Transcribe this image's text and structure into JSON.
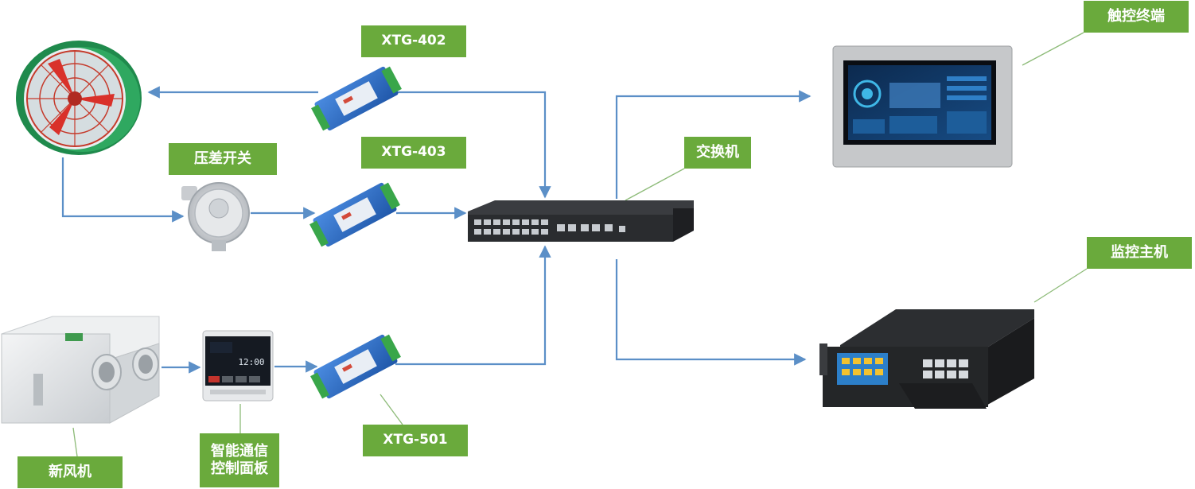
{
  "labels": {
    "xtg402": "XTG-402",
    "xtg403": "XTG-403",
    "xtg501": "XTG-501",
    "pressure_switch": "压差开关",
    "switch": "交换机",
    "touch_terminal": "触控终端",
    "monitor_host": "监控主机",
    "fresh_air": "新风机",
    "panel_line1": "智能通信",
    "panel_line2": "控制面板"
  },
  "panel_screen": {
    "time": "12:00"
  },
  "colors": {
    "label_bg": "#6aaa3c",
    "arrow": "#5b8fc7",
    "leader": "#7db36a",
    "converter_blue": "#2f6fc6"
  },
  "icons": [
    "axial-fan-icon",
    "pressure-switch-icon",
    "rs485-converter-icon",
    "network-switch-icon",
    "touch-terminal-icon",
    "monitor-host-icon",
    "fresh-air-unit-icon",
    "control-panel-icon"
  ]
}
